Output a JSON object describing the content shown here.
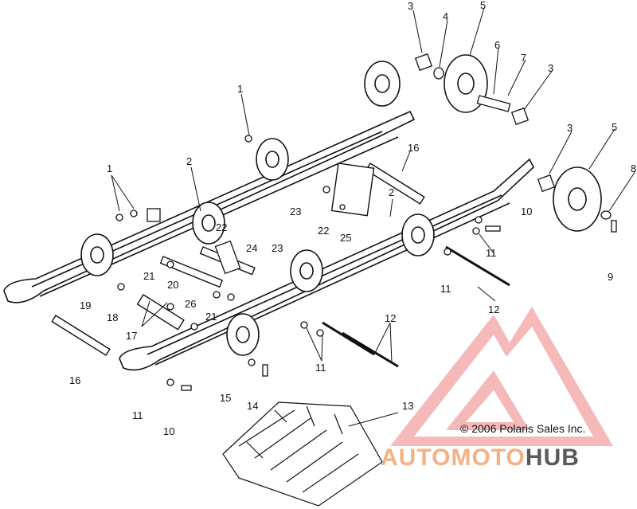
{
  "diagram": {
    "callouts": [
      "1",
      "1",
      "2",
      "2",
      "3",
      "3",
      "3",
      "4",
      "5",
      "5",
      "6",
      "7",
      "8",
      "9",
      "10",
      "10",
      "11",
      "11",
      "11",
      "11",
      "12",
      "12",
      "13",
      "14",
      "15",
      "16",
      "16",
      "17",
      "18",
      "19",
      "20",
      "21",
      "21",
      "22",
      "22",
      "23",
      "23",
      "24",
      "25",
      "26"
    ],
    "copyright": "© 2006 Polaris Sales Inc.",
    "watermark": {
      "part1": "AUTOMOTO",
      "part2": "HUB"
    },
    "colors": {
      "line": "#111111",
      "watermark_red": "#f08080",
      "watermark_orange": "#f4b183",
      "watermark_gray": "#5a5a5a"
    }
  }
}
